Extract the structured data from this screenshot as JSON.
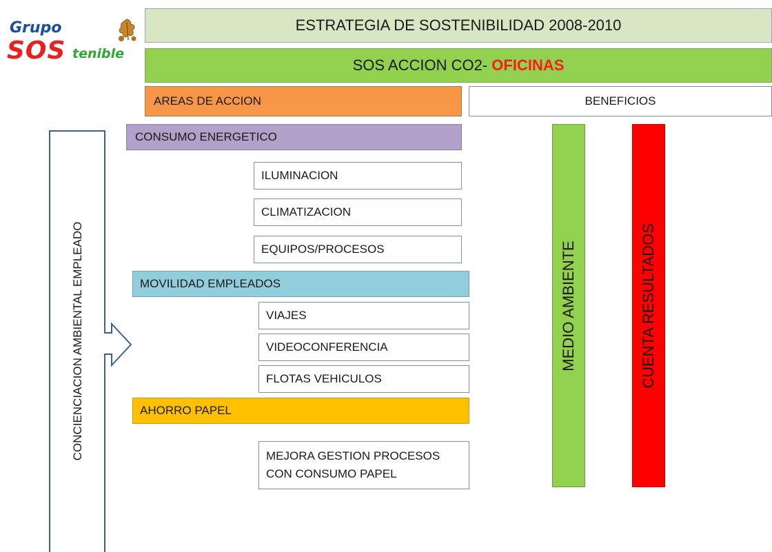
{
  "logo": {
    "line1": "Grupo",
    "sos": "SOS",
    "tenible": "tenible"
  },
  "header": {
    "title": "ESTRATEGIA DE SOSTENIBILIDAD 2008-2010",
    "subtitle_prefix": "SOS ACCION CO2- ",
    "subtitle_highlight": "OFICINAS"
  },
  "columns": {
    "areas": "AREAS DE ACCION",
    "benefits": "BENEFICIOS"
  },
  "groups": {
    "energy": {
      "label": "CONSUMO ENERGETICO",
      "items": [
        "ILUMINACION",
        "CLIMATIZACION",
        "EQUIPOS/PROCESOS"
      ]
    },
    "mobility": {
      "label": "MOVILIDAD EMPLEADOS",
      "items": [
        "VIAJES",
        "VIDEOCONFERENCIA",
        "FLOTAS VEHICULOS"
      ]
    },
    "paper": {
      "label": "AHORRO PAPEL",
      "items": [
        "MEJORA GESTION PROCESOS",
        "CON CONSUMO PAPEL"
      ]
    }
  },
  "benefits": {
    "environment": "MEDIO AMBIENTE",
    "results": "CUENTA RESULTADOS"
  },
  "side_arrow": "CONCIENCIACION AMBIENTAL EMPLEADO",
  "colors": {
    "title_bg": "#d8e6c4",
    "subtitle_bg": "#92d050",
    "highlight": "#ff1a1a",
    "areas_bg": "#f79646",
    "energy_bg": "#b1a0c7",
    "mobility_bg": "#92cddc",
    "paper_bg": "#ffc000",
    "environment_bg": "#92d050",
    "results_bg": "#ff0000",
    "arrow_stroke": "#3f5f8f"
  }
}
